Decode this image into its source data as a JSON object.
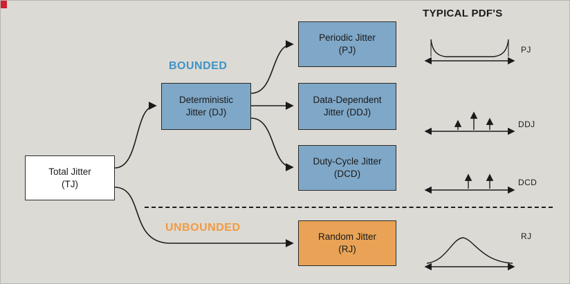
{
  "title": "TYPICAL PDF'S",
  "groups": {
    "bounded": "BOUNDED",
    "unbounded": "UNBOUNDED"
  },
  "nodes": {
    "tj": {
      "line1": "Total Jitter",
      "line2": "(TJ)"
    },
    "dj": {
      "line1": "Deterministic",
      "line2": "Jitter (DJ)"
    },
    "pj": {
      "line1": "Periodic Jitter",
      "line2": "(PJ)"
    },
    "ddj": {
      "line1": "Data-Dependent",
      "line2": "Jitter (DDJ)"
    },
    "dcd": {
      "line1": "Duty-Cycle Jitter",
      "line2": "(DCD)"
    },
    "rj": {
      "line1": "Random Jitter",
      "line2": "(RJ)"
    }
  },
  "pdfs": {
    "pj": {
      "label": "PJ",
      "shape": "bathtub-curve"
    },
    "ddj": {
      "label": "DDJ",
      "shape": "three-impulses"
    },
    "dcd": {
      "label": "DCD",
      "shape": "two-impulses"
    },
    "rj": {
      "label": "RJ",
      "shape": "gaussian-curve"
    }
  },
  "colors": {
    "background": "#dcdad4",
    "bounded_box": "#7fa7c7",
    "unbounded_box": "#eaa356",
    "bounded_label": "#3e93c6",
    "unbounded_label": "#f09a42"
  }
}
